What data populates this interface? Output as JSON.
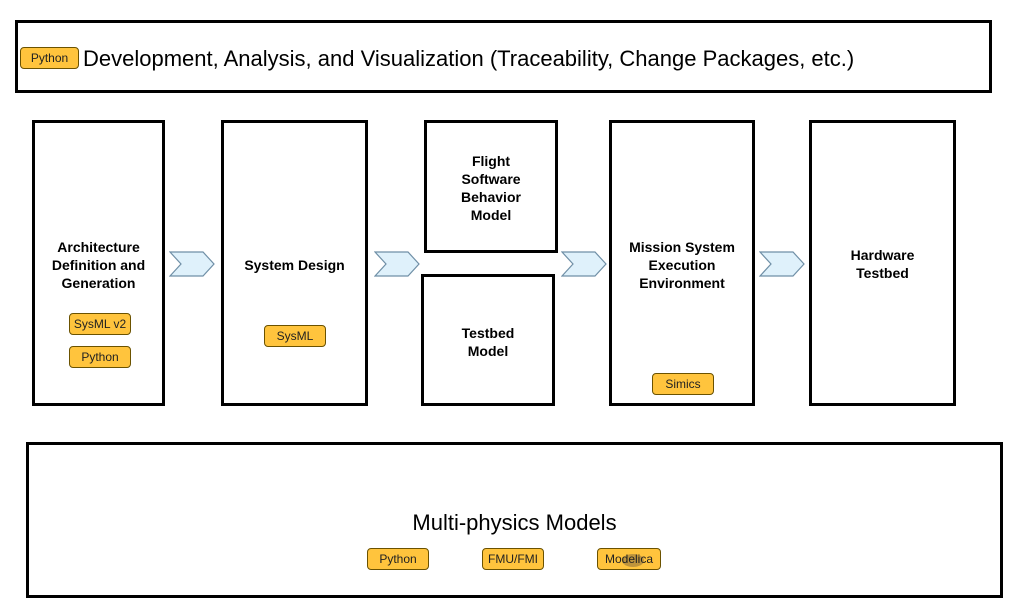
{
  "header": {
    "badge": "Python",
    "title": "Development, Analysis, and Visualization (Traceability, Change Packages, etc.)"
  },
  "stages": {
    "architecture": {
      "label": "Architecture\nDefinition and\nGeneration",
      "badges": [
        "SysML v2",
        "Python"
      ]
    },
    "system_design": {
      "label": "System Design",
      "badges": [
        "SysML"
      ]
    },
    "flight_software": {
      "label": "Flight\nSoftware\nBehavior\nModel"
    },
    "testbed_model": {
      "label": "Testbed\nModel"
    },
    "mission_system": {
      "label": "Mission System\nExecution\nEnvironment",
      "badges": [
        "Simics"
      ]
    },
    "hardware_testbed": {
      "label": "Hardware\nTestbed"
    }
  },
  "footer": {
    "title": "Multi-physics Models",
    "badges": [
      "Python",
      "FMU/FMI",
      "Modelica"
    ]
  },
  "colors": {
    "badge_fill": "#ffc43d",
    "arrow_fill": "#dff1fb",
    "arrow_stroke": "#6f8fa6",
    "border": "#000000"
  }
}
